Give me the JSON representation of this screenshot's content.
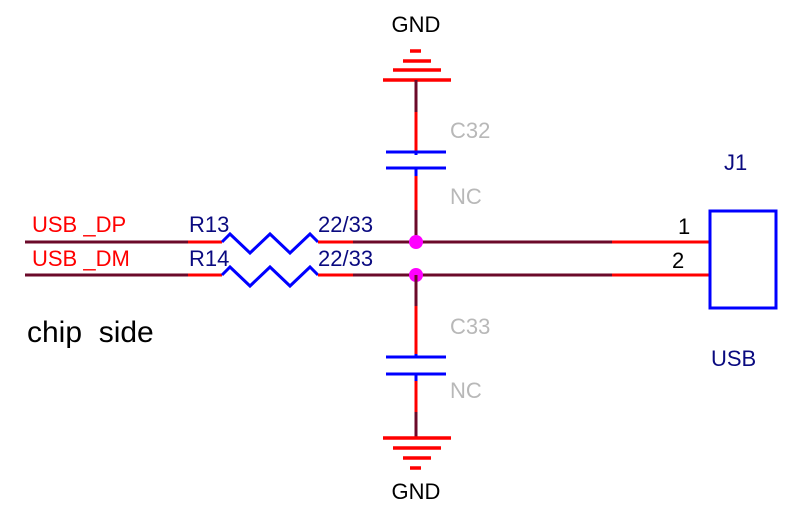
{
  "schematic": {
    "nets": {
      "dp_label": "USB _DP",
      "dm_label": "USB _DM"
    },
    "resistors": [
      {
        "ref": "R13",
        "value": "22/33"
      },
      {
        "ref": "R14",
        "value": "22/33"
      }
    ],
    "capacitors": [
      {
        "ref": "C32",
        "value": "NC"
      },
      {
        "ref": "C33",
        "value": "NC"
      }
    ],
    "power": {
      "top_ground": "GND",
      "bottom_ground": "GND"
    },
    "connector": {
      "ref": "J1",
      "name": "USB",
      "pins": [
        "1",
        "2"
      ]
    },
    "annotation": "chip  side",
    "colors": {
      "wire": "#6b0a2a",
      "pin": "#ff0000",
      "component": "#0000ff",
      "junction": "#ff00ff",
      "net_label": "#ff0000",
      "designator": "#0a0a80",
      "nc_text": "#b8b8b8"
    }
  }
}
